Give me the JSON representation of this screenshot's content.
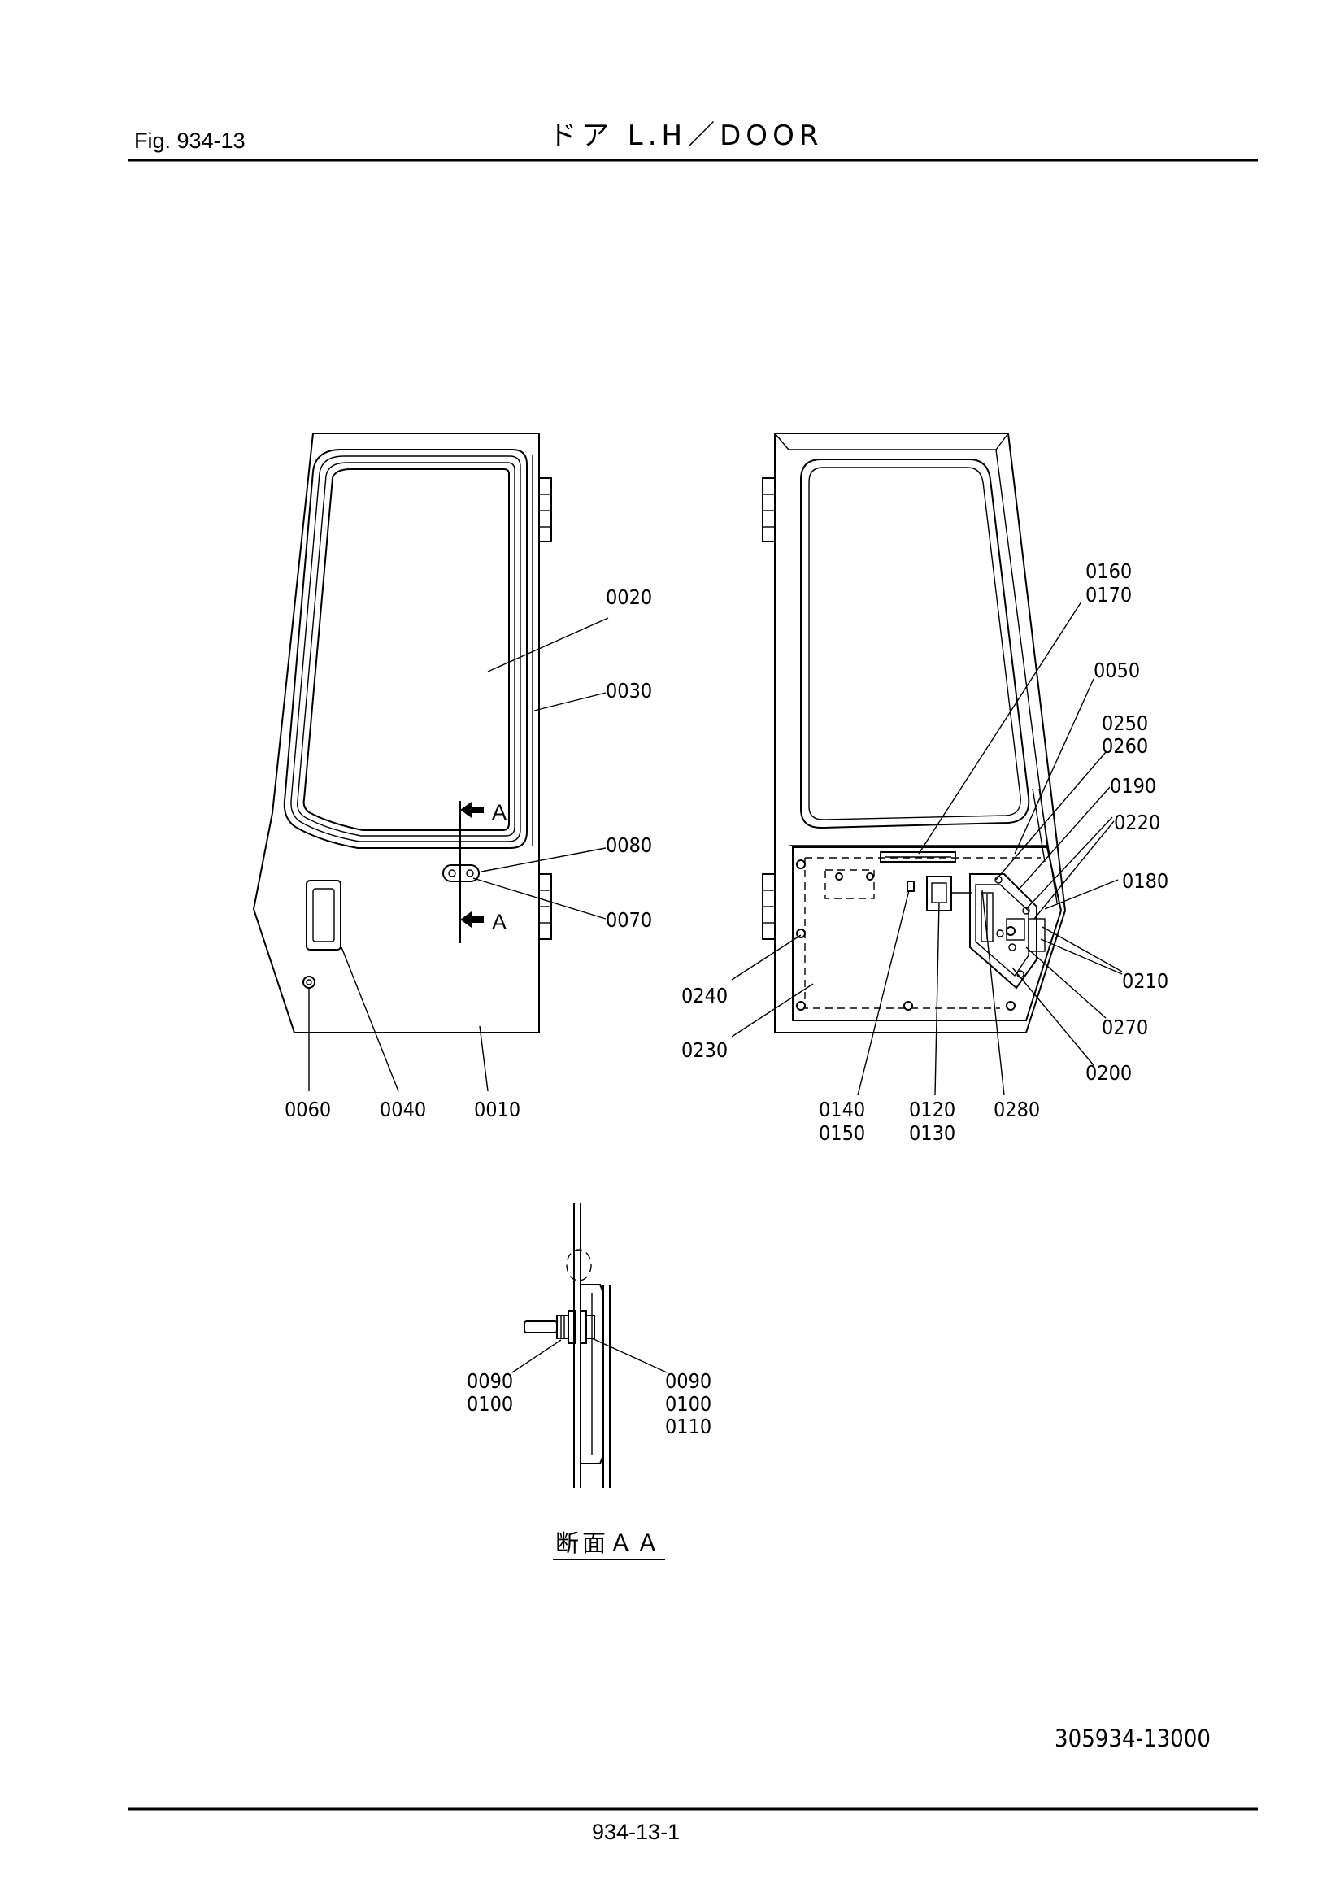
{
  "header": {
    "fig_label": "Fig.  934-13",
    "title": "ドア  L.H／DOOR"
  },
  "callouts": {
    "left_view": [
      "0020",
      "0030",
      "0080",
      "0070",
      "0060",
      "0040",
      "0010"
    ],
    "section_arrow": "A",
    "right_view": [
      "0160",
      "0170",
      "0050",
      "0250",
      "0260",
      "0190",
      "0220",
      "0180",
      "0210",
      "0240",
      "0230",
      "0270",
      "0200",
      "0140",
      "0150",
      "0120",
      "0130",
      "0280"
    ],
    "section_view": [
      "0090",
      "0100",
      "0090",
      "0100",
      "0110"
    ]
  },
  "section_title": "断面ＡＡ",
  "drawing_number": "305934-13000",
  "footer": {
    "page_number": "934-13-1"
  }
}
